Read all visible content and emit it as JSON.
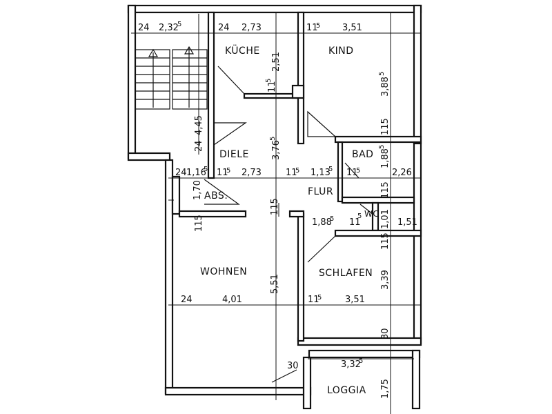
{
  "rooms": {
    "kueche": "KÜCHE",
    "kind": "KIND",
    "diele": "DIELE",
    "bad": "BAD",
    "flur": "FLUR",
    "abs": "ABS.",
    "wc": "WC",
    "wohnen": "WOHNEN",
    "schlafen": "SCHLAFEN",
    "loggia": "LOGGIA"
  },
  "dims": {
    "top_stair_24": "24",
    "top_stair_232": "2,32",
    "top_stair_232_sup": "5",
    "top_kueche_24": "24",
    "top_kueche_273": "2,73",
    "top_kind_11": "11",
    "top_kind_11_sup": "5",
    "top_kind_351": "3,51",
    "kueche_v_251": "2,51",
    "kueche_v_11": "11",
    "kueche_v_11_sup": "5",
    "kind_v_388": "3,88",
    "kind_v_388_sup": "5",
    "kind_v_115": "115",
    "stair_v_445": "4,45",
    "stair_v_24": "24",
    "diele_v_376": "3,76",
    "diele_v_376_sup": "5",
    "bad_v_188": "1,88",
    "bad_v_188_sup": "5",
    "row2_24": "24",
    "row2_116": "1,16",
    "row2_116_sup": "5",
    "row2_11a": "11",
    "row2_11a_sup": "5",
    "row2_273": "2,73",
    "row2_11b": "11",
    "row2_11b_sup": "5",
    "row2_113": "1,13",
    "row2_113_sup": "5",
    "row2_11c": "11",
    "row2_11c_sup": "5",
    "row2_226": "2,26",
    "abs_v_170": "1,70",
    "flur_v_115a": "115",
    "flur_v_115b": "115",
    "flur_v_115c": "115",
    "wc_h_188": "1,88",
    "wc_h_188_sup": "5",
    "wc_h_11": "11",
    "wc_h_11_sup": "5",
    "wc_v_101": "1,01",
    "wc_h_151": "1,51",
    "wohnen_v_115": "115",
    "schlafen_v_115": "115",
    "wohnen_v_551": "5,51",
    "schlafen_v_339": "3,39",
    "row3_24": "24",
    "row3_401": "4,01",
    "row3_11": "11",
    "row3_11_sup": "5",
    "row3_351": "3,51",
    "schlafen_v_30": "30",
    "loggia_30": "30",
    "loggia_332": "3,32",
    "loggia_332_sup": "5",
    "loggia_v_175": "1,75"
  }
}
